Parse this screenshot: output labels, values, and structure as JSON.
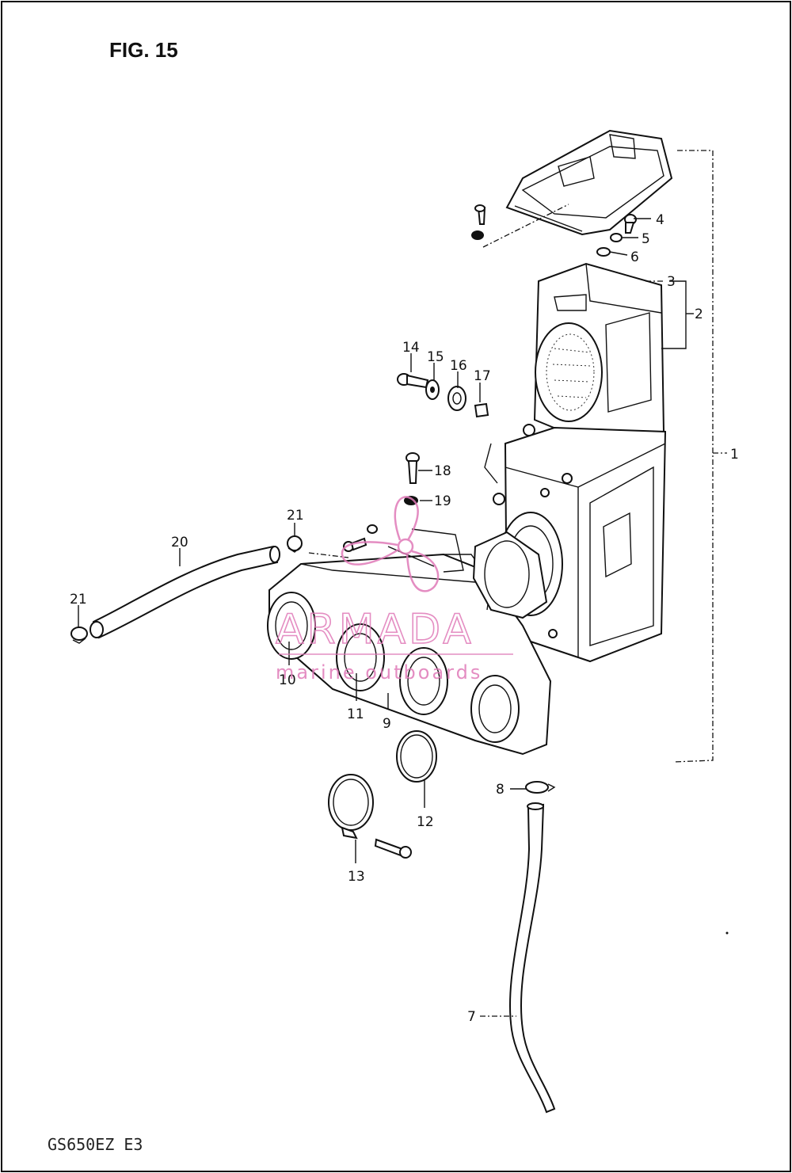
{
  "figure": {
    "title": "FIG. 15",
    "model_code": "GS650EZ E3"
  },
  "watermark": {
    "brand": "ARMADA",
    "tagline": "marine outboards",
    "color": "#e07ab8"
  },
  "callouts": {
    "c1": "1",
    "c2": "2",
    "c3": "3",
    "c4": "4",
    "c5": "5",
    "c6": "6",
    "c7": "7",
    "c8": "8",
    "c9": "9",
    "c10": "10",
    "c11": "11",
    "c12": "12",
    "c13": "13",
    "c14": "14",
    "c15": "15",
    "c16": "16",
    "c17": "17",
    "c18": "18",
    "c19": "19",
    "c20": "20",
    "c21a": "21",
    "c21b": "21"
  }
}
